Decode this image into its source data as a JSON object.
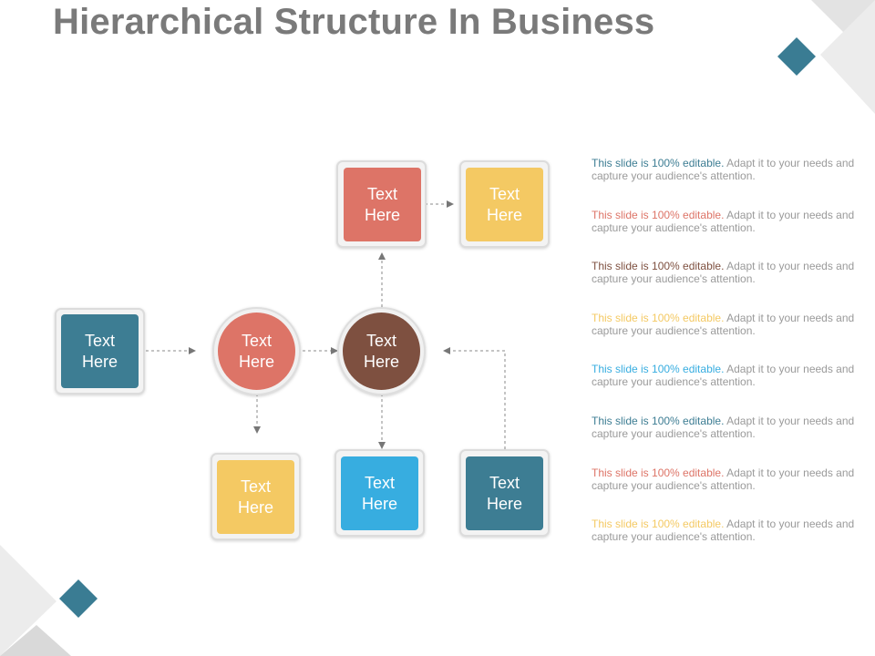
{
  "title": "Hierarchical Structure In Business",
  "colors": {
    "teal": "#3d7d93",
    "coral": "#dd7467",
    "yellow": "#f4c963",
    "brown": "#7e5040",
    "sky": "#37ade0",
    "grey_text": "#9a9a9a",
    "diamond": "#3a7c93"
  },
  "nodes": {
    "left_box": "Text Here",
    "circle_left": "Text Here",
    "circle_center": "Text Here",
    "top_box_1": "Text Here",
    "top_box_2": "Text Here",
    "bottom_box_1": "Text Here",
    "bottom_box_2": "Text Here",
    "bottom_box_3": "Text Here"
  },
  "notes": [
    {
      "lead": "This slide is 100% editable.",
      "rest": " Adapt it to your needs and capture your audience's attention.",
      "color": "#3d7d93"
    },
    {
      "lead": "This slide is 100% editable.",
      "rest": " Adapt it to your needs and capture your audience's attention.",
      "color": "#dd7467"
    },
    {
      "lead": "This slide is 100% editable.",
      "rest": " Adapt it to your needs and capture your audience's attention.",
      "color": "#7e5040"
    },
    {
      "lead": "This slide is 100% editable.",
      "rest": " Adapt it to your needs and capture your audience's attention.",
      "color": "#f4c963"
    },
    {
      "lead": "This slide is 100% editable.",
      "rest": " Adapt it to your needs and capture your audience's attention.",
      "color": "#37ade0"
    },
    {
      "lead": "This slide is 100% editable.",
      "rest": " Adapt it to your needs and capture your audience's attention.",
      "color": "#3d7d93"
    },
    {
      "lead": "This slide is 100% editable.",
      "rest": " Adapt it to your needs and capture your audience's attention.",
      "color": "#dd7467"
    },
    {
      "lead": "This slide is 100% editable.",
      "rest": " Adapt it to your needs and capture your audience's attention.",
      "color": "#f4c963"
    }
  ]
}
